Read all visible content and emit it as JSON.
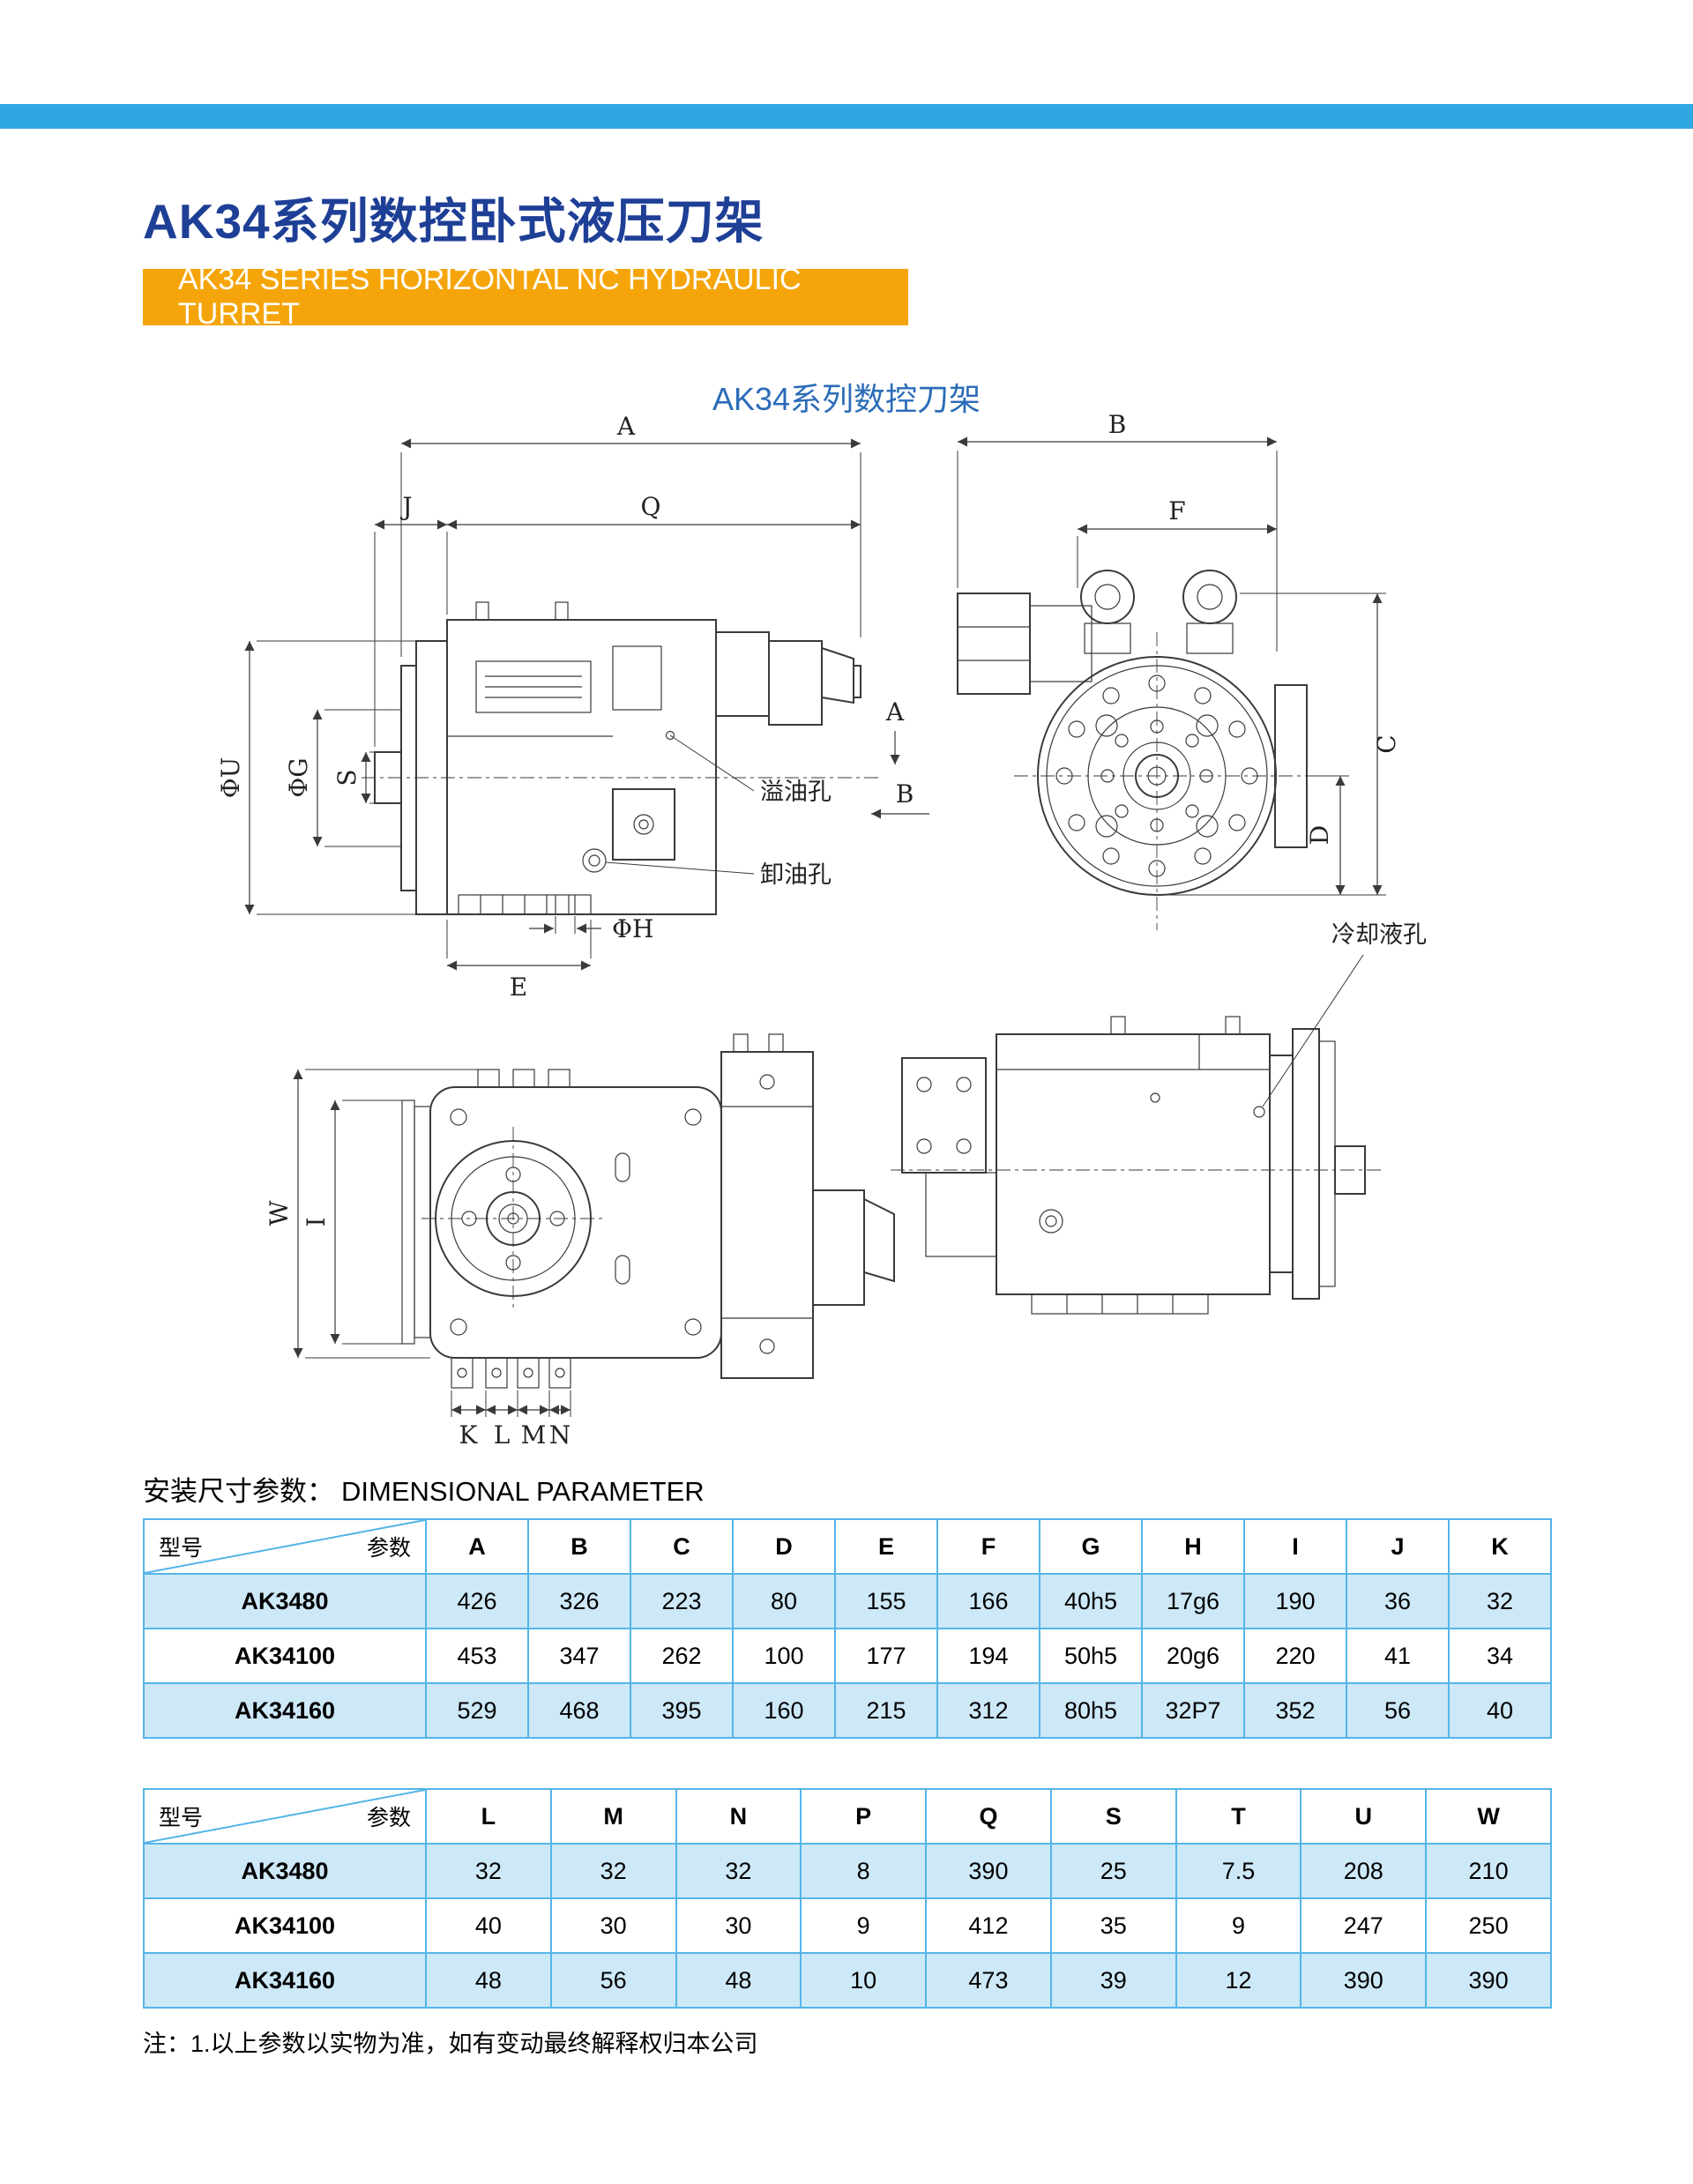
{
  "page": {
    "title": "AK34系列数控卧式液压刀架",
    "banner": "AK34 SERIES HORIZONTAL NC HYDRAULIC TURRET",
    "drawing_caption": "AK34系列数控刀架",
    "section_heading_cn": "安装尺寸参数：",
    "section_heading_en": "DIMENSIONAL PARAMETER",
    "footnote": "注：1.以上参数以实物为准，如有变动最终解释权归本公司"
  },
  "colors": {
    "stripe_blue": "#2FA8E1",
    "title_blue": "#1E3F96",
    "banner_orange": "#F5A50A",
    "banner_text": "#FFFFFF",
    "caption_blue": "#2B6CB8",
    "table_border": "#54B5E8",
    "row_highlight": "#CDE8F7",
    "line_color": "#3A3A3A"
  },
  "drawing": {
    "view_top_left": {
      "dims": {
        "a": "A",
        "j": "J",
        "q": "Q",
        "phi_u": "ΦU",
        "phi_g": "ΦG",
        "s": "S",
        "e": "E",
        "phi_h": "ΦH"
      },
      "callouts": {
        "overflow_oil_hole": "溢油孔",
        "drain_oil_hole": "卸油孔"
      },
      "markers": {
        "a": "A",
        "b": "B"
      }
    },
    "view_top_right": {
      "dims": {
        "b": "B",
        "f": "F",
        "c": "C",
        "d": "D"
      }
    },
    "view_bottom_left": {
      "dims": {
        "w": "W",
        "i": "I",
        "k": "K",
        "l": "L",
        "m": "M",
        "n": "N"
      }
    },
    "view_bottom_right": {
      "callouts": {
        "coolant_hole": "冷却液孔"
      }
    }
  },
  "tables": [
    {
      "corner": {
        "row_header": "型号",
        "col_header": "参数"
      },
      "columns": [
        "A",
        "B",
        "C",
        "D",
        "E",
        "F",
        "G",
        "H",
        "I",
        "J",
        "K"
      ],
      "rows": [
        {
          "model": "AK3480",
          "highlight": true,
          "values": [
            "426",
            "326",
            "223",
            "80",
            "155",
            "166",
            "40h5",
            "17g6",
            "190",
            "36",
            "32"
          ]
        },
        {
          "model": "AK34100",
          "highlight": false,
          "values": [
            "453",
            "347",
            "262",
            "100",
            "177",
            "194",
            "50h5",
            "20g6",
            "220",
            "41",
            "34"
          ]
        },
        {
          "model": "AK34160",
          "highlight": true,
          "values": [
            "529",
            "468",
            "395",
            "160",
            "215",
            "312",
            "80h5",
            "32P7",
            "352",
            "56",
            "40"
          ]
        }
      ]
    },
    {
      "corner": {
        "row_header": "型号",
        "col_header": "参数"
      },
      "columns": [
        "L",
        "M",
        "N",
        "P",
        "Q",
        "S",
        "T",
        "U",
        "W"
      ],
      "rows": [
        {
          "model": "AK3480",
          "highlight": true,
          "values": [
            "32",
            "32",
            "32",
            "8",
            "390",
            "25",
            "7.5",
            "208",
            "210"
          ]
        },
        {
          "model": "AK34100",
          "highlight": false,
          "values": [
            "40",
            "30",
            "30",
            "9",
            "412",
            "35",
            "9",
            "247",
            "250"
          ]
        },
        {
          "model": "AK34160",
          "highlight": true,
          "values": [
            "48",
            "56",
            "48",
            "10",
            "473",
            "39",
            "12",
            "390",
            "390"
          ]
        }
      ]
    }
  ]
}
